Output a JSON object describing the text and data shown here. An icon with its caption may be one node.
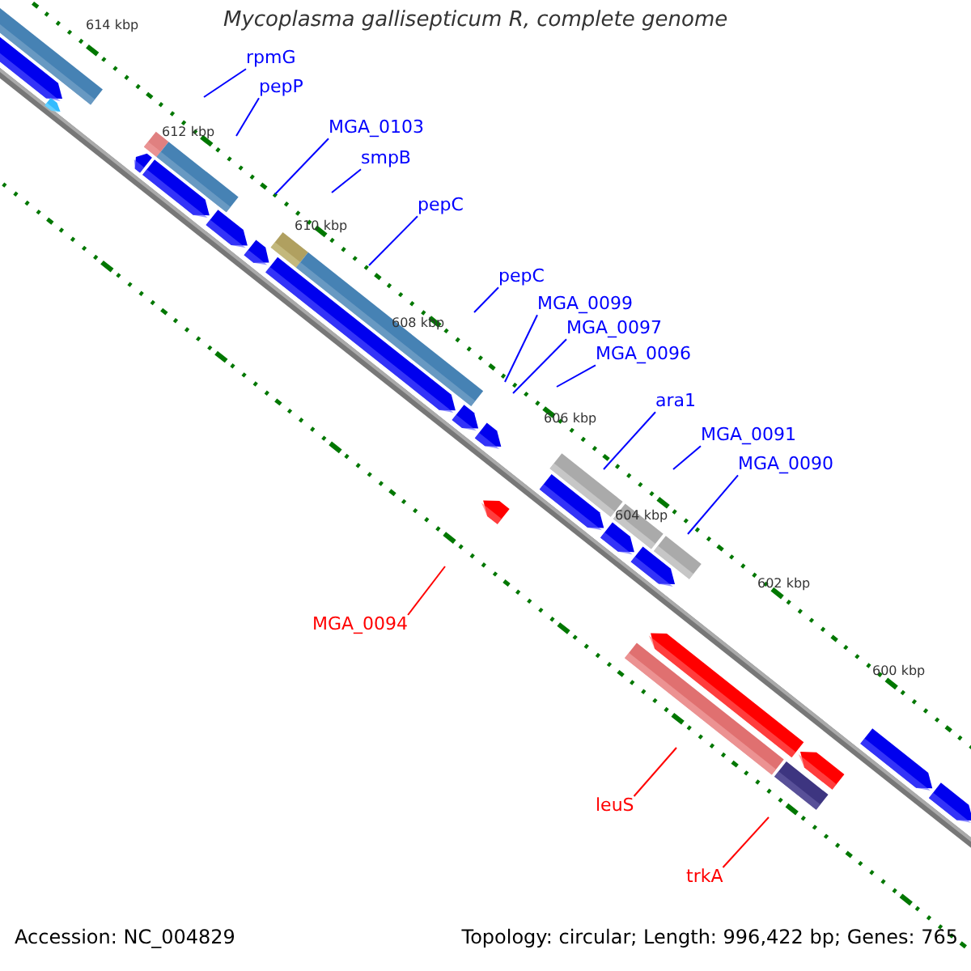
{
  "diagram": {
    "title": "Mycoplasma gallisepticum R, complete genome",
    "nodes": [
      {
        "text": [
          "rpmG"
        ]
      },
      {
        "text": [
          "pepP"
        ]
      },
      {
        "text": [
          "MGA_0103"
        ]
      },
      {
        "text": [
          "smpB"
        ]
      },
      {
        "text": [
          "pepC"
        ]
      },
      {
        "text": [
          "pepC"
        ]
      },
      {
        "text": [
          "MGA_0099"
        ]
      },
      {
        "text": [
          "MGA_0097"
        ]
      },
      {
        "text": [
          "MGA_0096"
        ]
      },
      {
        "text": [
          "ara1"
        ]
      },
      {
        "text": [
          "MGA_0091"
        ]
      },
      {
        "text": [
          "MGA_0090"
        ]
      },
      {
        "text": [
          "MGA_0094"
        ]
      },
      {
        "text": [
          "leuS"
        ]
      },
      {
        "text": [
          "trkA"
        ]
      }
    ],
    "edges": [
      {
        "from": 0,
        "to": null,
        "arrow": "none"
      },
      {
        "from": 1,
        "to": null,
        "arrow": "none"
      },
      {
        "from": 2,
        "to": null,
        "arrow": "none"
      },
      {
        "from": 3,
        "to": null,
        "arrow": "none"
      },
      {
        "from": 4,
        "to": null,
        "arrow": "none"
      },
      {
        "from": 5,
        "to": null,
        "arrow": "none"
      },
      {
        "from": 6,
        "to": null,
        "arrow": "none"
      },
      {
        "from": 7,
        "to": null,
        "arrow": "none"
      },
      {
        "from": 8,
        "to": null,
        "arrow": "none"
      },
      {
        "from": 9,
        "to": null,
        "arrow": "none"
      },
      {
        "from": 10,
        "to": null,
        "arrow": "none"
      },
      {
        "from": 11,
        "to": null,
        "arrow": "none"
      },
      {
        "from": 12,
        "to": null,
        "arrow": "none",
        "color": "#ff0000"
      },
      {
        "from": 13,
        "to": null,
        "arrow": "none",
        "color": "#ff0000"
      },
      {
        "from": 14,
        "to": null,
        "arrow": "none",
        "color": "#ff0000"
      }
    ],
    "labels": [
      "614 kbp",
      "612 kbp",
      "610 kbp",
      "608 kbp",
      "606 kbp",
      "604 kbp",
      "602 kbp",
      "600 kbp",
      "Accession: NC_004829",
      "Topology: circular; Length: 996,422 bp; Genes: 765"
    ]
  }
}
